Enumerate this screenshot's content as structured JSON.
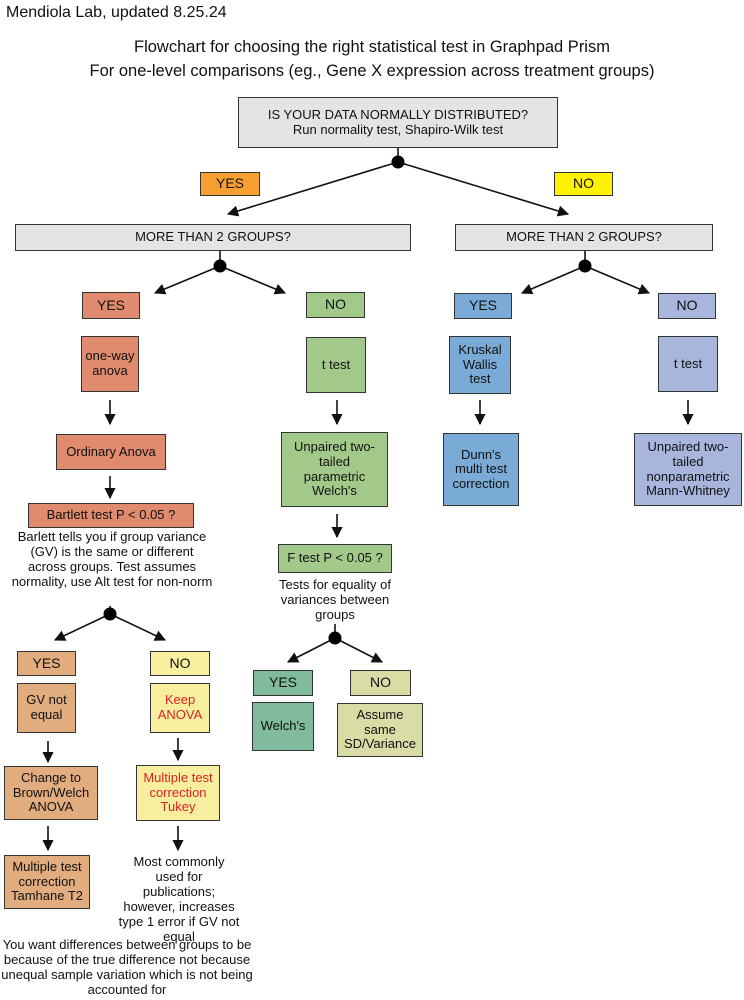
{
  "header": {
    "lab": "Mendiola Lab, updated 8.25.24"
  },
  "titles": {
    "line1": "Flowchart for choosing the right statistical test in Graphpad Prism",
    "line2": "For one-level comparisons (eg., Gene X expression across treatment groups)"
  },
  "root": {
    "line1": "IS YOUR DATA NORMALLY DISTRIBUTED?",
    "line2": "Run normality test, Shapiro-Wilk test"
  },
  "branch_yes": "YES",
  "branch_no": "NO",
  "left": {
    "question": "MORE THAN 2 GROUPS?",
    "yes": {
      "label": "YES",
      "test": "one-way anova",
      "method": "Ordinary Anova",
      "check": "Bartlett test P < 0.05 ?",
      "note": "Barlett tells you if group variance (GV) is the same or different across groups. Test assumes normality, use Alt test for non-norm",
      "yes_label": "YES",
      "yes_result": "GV not equal",
      "yes_action": "Change to Brown/Welch ANOVA",
      "yes_correction": "Multiple test correction Tamhane T2",
      "no_label": "NO",
      "no_result": "Keep ANOVA",
      "no_correction": "Multiple test correction Tukey",
      "no_note": "Most commonly used for publications; however, increases type 1 error if GV not equal",
      "footer": "You want differences between groups to be because of the true difference not because unequal sample variation which is not being accounted for"
    },
    "no": {
      "label": "NO",
      "test": "t test",
      "method": "Unpaired two-tailed parametric Welch's",
      "check": "F test P < 0.05 ?",
      "note": "Tests for equality of variances between groups",
      "yes_label": "YES",
      "yes_result": "Welch's",
      "no_label": "NO",
      "no_result": "Assume same SD/Variance"
    }
  },
  "right": {
    "question": "MORE THAN 2 GROUPS?",
    "yes": {
      "label": "YES",
      "test": "Kruskal Wallis test",
      "correction": "Dunn's multi test correction"
    },
    "no": {
      "label": "NO",
      "test": "t test",
      "method": "Unpaired two-tailed nonparametric Mann-Whitney"
    }
  },
  "colors": {
    "gray": "#e3e4e6",
    "orange_label": "#f7a02f",
    "yellow_label": "#fff200",
    "salmon": "#e08a6e",
    "green": "#a3c98a",
    "blue": "#7aabd6",
    "periwinkle": "#a8b5dc",
    "tan": "#e2ad7e",
    "pale_yellow": "#f8eea0",
    "teal": "#7fbb9c",
    "khaki": "#dadca5"
  }
}
